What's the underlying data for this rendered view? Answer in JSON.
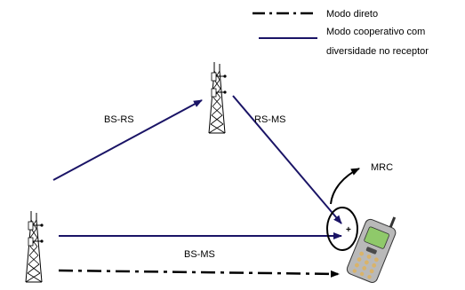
{
  "legend": {
    "direct_label": "Modo direto",
    "coop_label_line1": "Modo cooperativo com",
    "coop_label_line2": "diversidade no receptor"
  },
  "links": {
    "bs_rs": "BS-RS",
    "rs_ms": "RS-MS",
    "bs_ms": "BS-MS"
  },
  "combiner": {
    "label": "MRC",
    "symbol": "+"
  },
  "icons": {
    "base_station": "cell-tower-icon",
    "relay_station": "cell-tower-icon",
    "mobile_station": "mobile-phone-icon"
  },
  "colors": {
    "cooperative_arrow": "#1a1466",
    "direct_arrow": "#000000",
    "phone_screen": "#8fc96a",
    "phone_keys": "#d9b36a"
  }
}
